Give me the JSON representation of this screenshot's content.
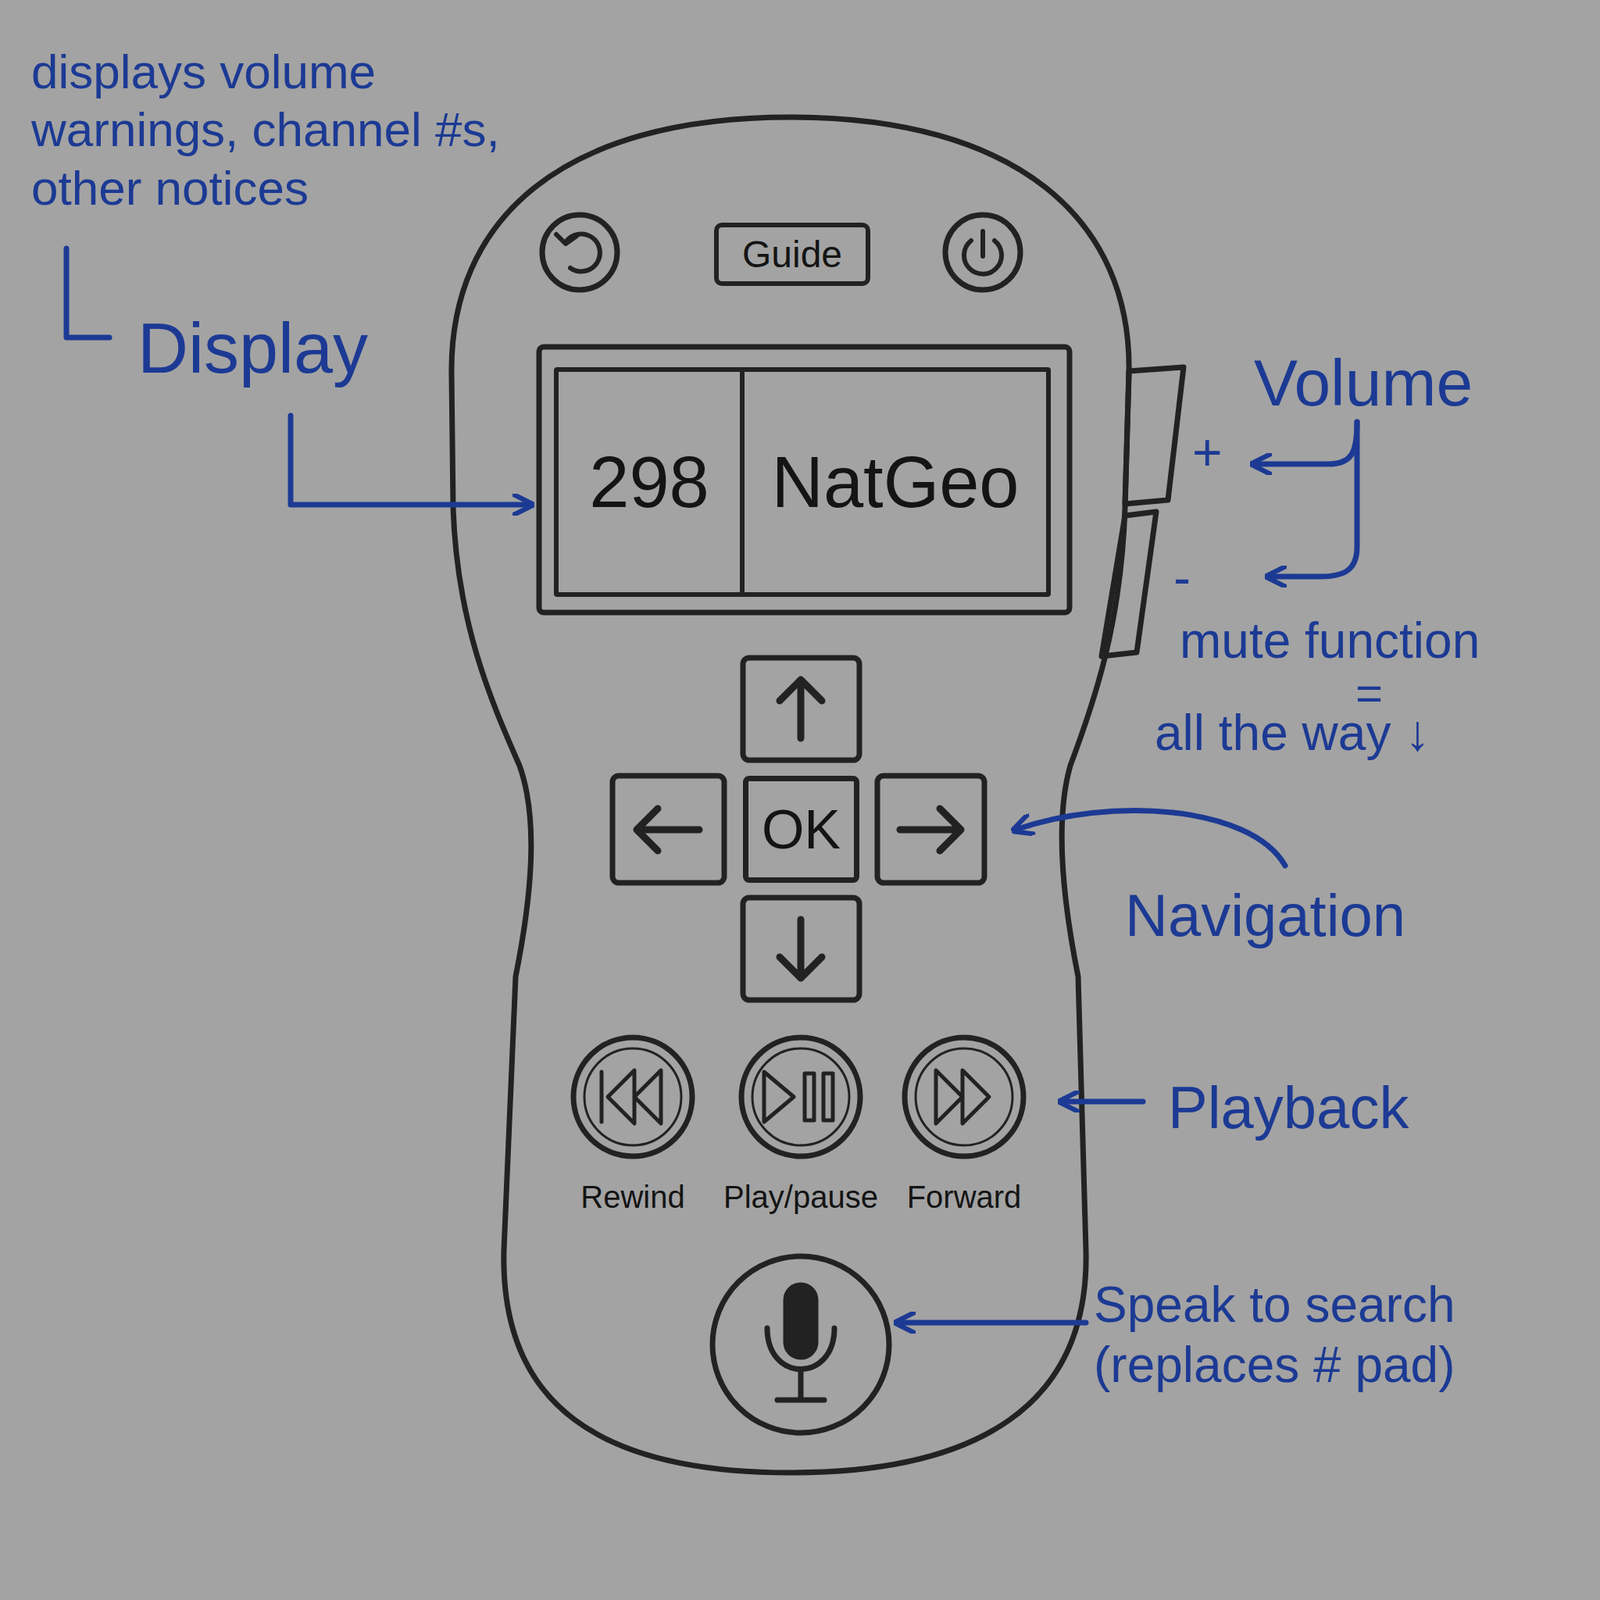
{
  "diagram": {
    "nodes": [
      {
        "text": [
          "Guide"
        ]
      },
      {
        "text": [
          "298",
          "NatGeo"
        ]
      },
      {
        "text": [
          "OK"
        ]
      }
    ],
    "labels": [
      "displays volume warnings, channel #s, other notices",
      "Display",
      "Volume",
      "+",
      "-",
      "mute function",
      "=",
      "all the way ↓",
      "Navigation",
      "Playback",
      "Rewind",
      "Play/pause",
      "Forward",
      "Speak to search (replaces # pad)"
    ]
  }
}
